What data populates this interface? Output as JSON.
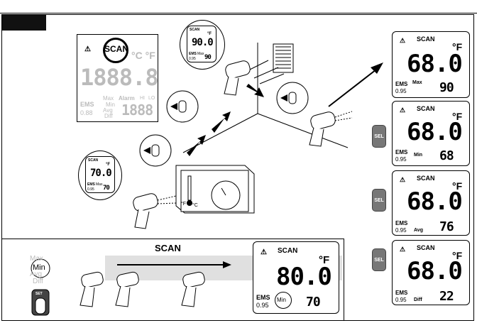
{
  "big_lcd": {
    "scan": "SCAN",
    "unit": "°C °F",
    "digits": "1888.8",
    "labels": [
      "Max",
      "Alarm",
      "HI",
      "LO",
      "Min",
      "Avg",
      "Diff"
    ],
    "ems": "EMS",
    "ems_value": "0.88",
    "small_digits": "1888"
  },
  "step1_lcd": {
    "scan": "SCAN",
    "unit": "°F",
    "reading": "70.0",
    "ems": "EMS",
    "ems_value": "0.95",
    "mode": "Max",
    "mode_value": "70"
  },
  "step2_lcd": {
    "scan": "SCAN",
    "unit": "°F",
    "reading": "90.0",
    "ems": "EMS",
    "ems_value": "0.95",
    "mode": "Max",
    "mode_value": "90"
  },
  "thermostat": {
    "f": "°F",
    "c": "°C"
  },
  "right_lcds": [
    {
      "scan": "SCAN",
      "unit": "°F",
      "reading": "68.0",
      "ems": "EMS",
      "ems_value": "0.95",
      "mode": "Max",
      "mode_value": "90"
    },
    {
      "scan": "SCAN",
      "unit": "°F",
      "reading": "68.0",
      "ems": "EMS",
      "ems_value": "0.95",
      "mode": "Min",
      "mode_value": "68"
    },
    {
      "scan": "SCAN",
      "unit": "°F",
      "reading": "68.0",
      "ems": "EMS",
      "ems_value": "0.95",
      "mode": "Avg",
      "mode_value": "76"
    },
    {
      "scan": "SCAN",
      "unit": "°F",
      "reading": "68.0",
      "ems": "EMS",
      "ems_value": "0.95",
      "mode": "Diff",
      "mode_value": "22"
    }
  ],
  "sel_label": "SEL",
  "bottom": {
    "scan_title": "SCAN",
    "mode_list": [
      "Max",
      "Min",
      "Avg",
      "Diff"
    ],
    "set_label": "SET",
    "lcd": {
      "scan": "SCAN",
      "unit": "°F",
      "reading": "80.0",
      "ems": "EMS",
      "ems_value": "0.95",
      "mode": "Min",
      "mode_value": "70"
    }
  }
}
